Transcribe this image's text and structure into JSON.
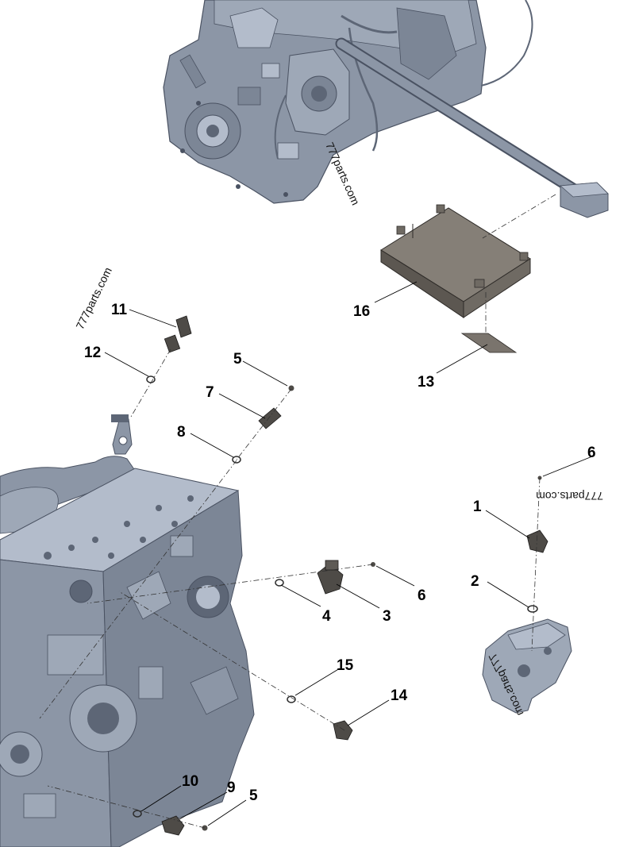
{
  "watermark": "777parts.com",
  "colors": {
    "engine_fill": "#8c96a6",
    "engine_dark": "#5d6676",
    "engine_light": "#b3bccb",
    "ecu_fill": "#6f6a63",
    "ecu_top": "#857f77",
    "sensor_fill": "#4e4b47"
  },
  "callouts": [
    {
      "id": "c1",
      "text": "1"
    },
    {
      "id": "c2",
      "text": "2"
    },
    {
      "id": "c3",
      "text": "3"
    },
    {
      "id": "c4",
      "text": "4"
    },
    {
      "id": "c5a",
      "text": "5"
    },
    {
      "id": "c5b",
      "text": "5"
    },
    {
      "id": "c6a",
      "text": "6"
    },
    {
      "id": "c6b",
      "text": "6"
    },
    {
      "id": "c7",
      "text": "7"
    },
    {
      "id": "c8",
      "text": "8"
    },
    {
      "id": "c9",
      "text": "9"
    },
    {
      "id": "c10",
      "text": "10"
    },
    {
      "id": "c11",
      "text": "11"
    },
    {
      "id": "c12",
      "text": "12"
    },
    {
      "id": "c13",
      "text": "13"
    },
    {
      "id": "c14",
      "text": "14"
    },
    {
      "id": "c15",
      "text": "15"
    },
    {
      "id": "c16",
      "text": "16"
    }
  ]
}
